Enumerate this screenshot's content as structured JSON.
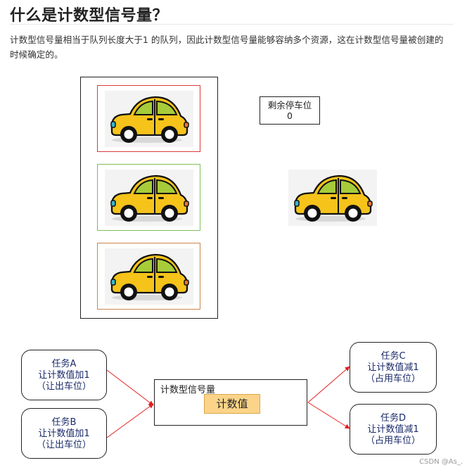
{
  "title": "什么是计数型信号量？",
  "paragraph": "计数型信号量相当于队列长度大于1 的队列，因此计数型信号量能够容纳多个资源，这在计数型信号量被创建的时候确定的。",
  "parking": {
    "slot_colors": [
      "#dd3a3a",
      "#7fbf5a",
      "#c9874a"
    ],
    "remaining_label": "剩余停车位",
    "remaining_value": "0"
  },
  "tasks": {
    "a": {
      "name": "任务A",
      "action": "让计数值加1",
      "note": "（让出车位）"
    },
    "b": {
      "name": "任务B",
      "action": "让计数值加1",
      "note": "（让出车位）"
    },
    "c": {
      "name": "任务C",
      "action": "让计数值减1",
      "note": "（占用车位）"
    },
    "d": {
      "name": "任务D",
      "action": "让计数值减1",
      "note": "（占用车位）"
    }
  },
  "semaphore": {
    "label": "计数型信号量",
    "value_label": "计数值"
  },
  "colors": {
    "arrow": "#e32020",
    "task_text": "#1a2a6a",
    "counter_fill": "#fcd489"
  },
  "watermark": "CSDN @As_."
}
